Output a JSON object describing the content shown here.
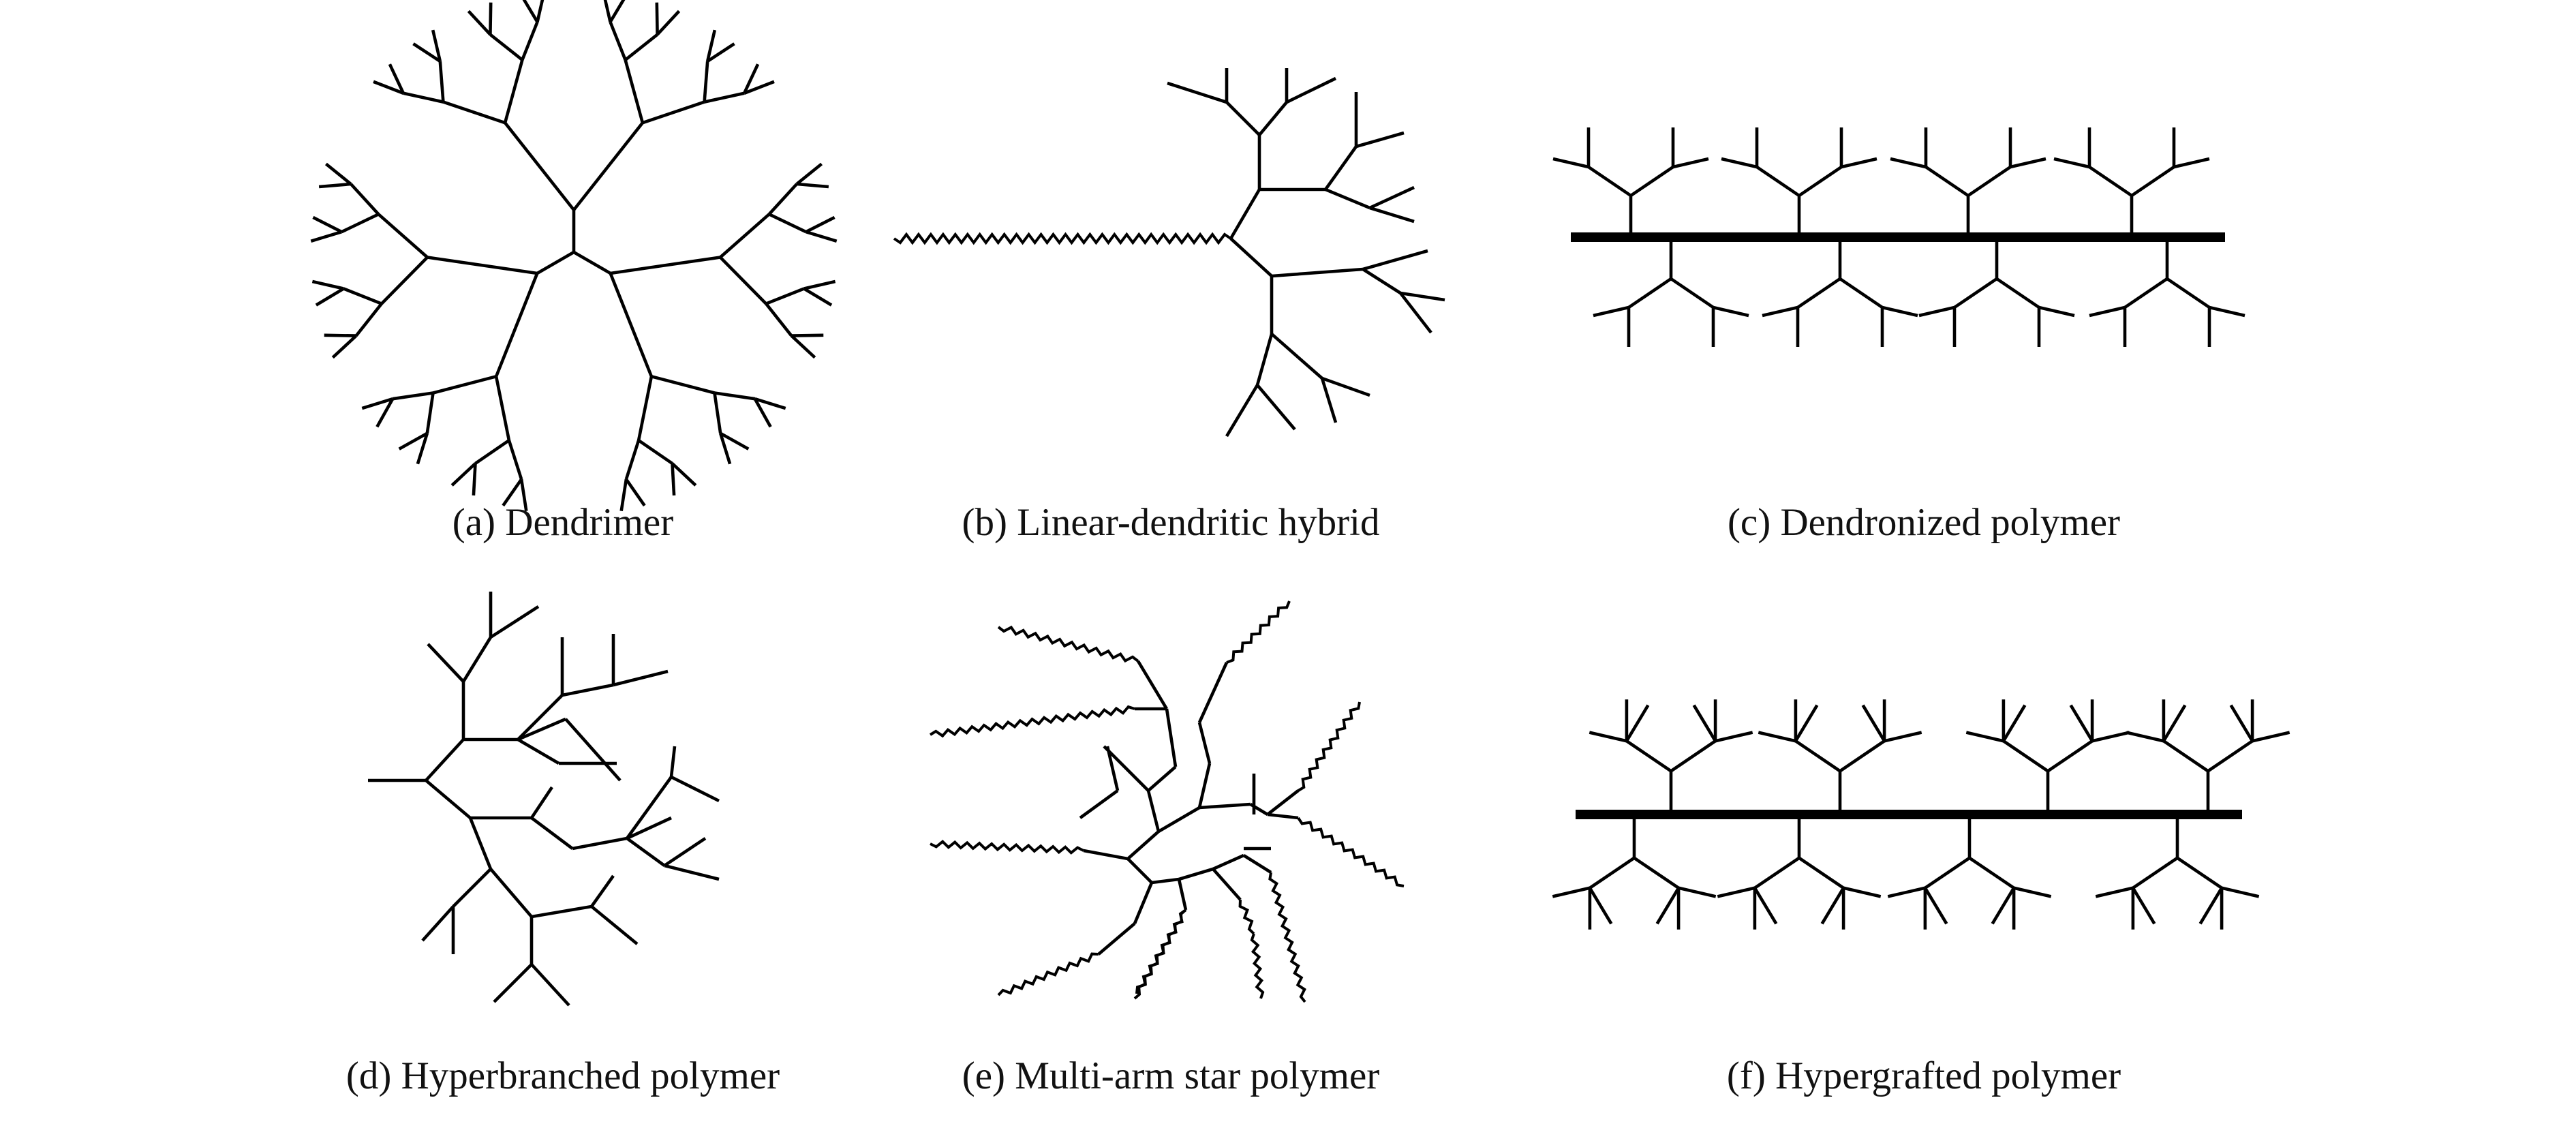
{
  "panels": [
    {
      "id": "a",
      "caption": "(a) Dendrimer"
    },
    {
      "id": "b",
      "caption": "(b) Linear-dendritic hybrid"
    },
    {
      "id": "c",
      "caption": "(c) Dendronized polymer"
    },
    {
      "id": "d",
      "caption": "(d) Hyperbranched polymer"
    },
    {
      "id": "e",
      "caption": "(e) Multi-arm star polymer"
    },
    {
      "id": "f",
      "caption": "(f) Hypergrafted polymer"
    }
  ],
  "colors": {
    "stroke": "#000000",
    "background": "#ffffff",
    "text": "#111111"
  }
}
